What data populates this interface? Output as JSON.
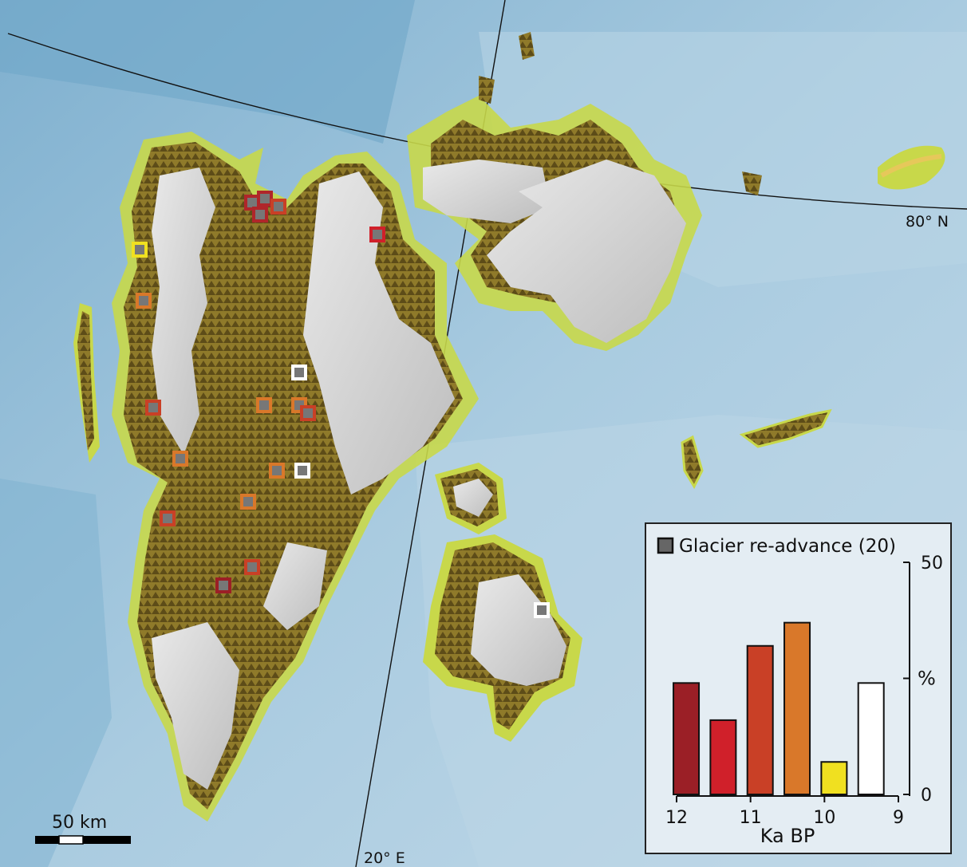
{
  "map": {
    "graticule": {
      "latitude_label": "80° N",
      "longitude_label": "20° E"
    },
    "scale_bar": {
      "label": "50 km"
    },
    "sites": [
      {
        "id": "s1",
        "age_class": "12-11.5",
        "color": "#b0262a"
      },
      {
        "id": "s2",
        "age_class": "12-11.5",
        "color": "#b0262a"
      },
      {
        "id": "s3",
        "age_class": "12-11.5",
        "color": "#b0262a"
      },
      {
        "id": "s4",
        "age_class": "11-10.5",
        "color": "#c94026"
      },
      {
        "id": "s5",
        "age_class": "11.5-11",
        "color": "#d0202a"
      },
      {
        "id": "s6",
        "age_class": "10-9.5",
        "color": "#f0e020"
      },
      {
        "id": "s7",
        "age_class": "10.5-10",
        "color": "#d9782a"
      },
      {
        "id": "s8",
        "age_class": "9.5-9",
        "color": "#ffffff"
      },
      {
        "id": "s9",
        "age_class": "11-10.5",
        "color": "#c94026"
      },
      {
        "id": "s10",
        "age_class": "10.5-10",
        "color": "#d9782a"
      },
      {
        "id": "s11",
        "age_class": "10.5-10",
        "color": "#d9782a"
      },
      {
        "id": "s12",
        "age_class": "11-10.5",
        "color": "#c94026"
      },
      {
        "id": "s13",
        "age_class": "10.5-10",
        "color": "#d9782a"
      },
      {
        "id": "s14",
        "age_class": "10.5-10",
        "color": "#d9782a"
      },
      {
        "id": "s15",
        "age_class": "9.5-9",
        "color": "#ffffff"
      },
      {
        "id": "s16",
        "age_class": "10.5-10",
        "color": "#d9782a"
      },
      {
        "id": "s17",
        "age_class": "11-10.5",
        "color": "#c94026"
      },
      {
        "id": "s18",
        "age_class": "11-10.5",
        "color": "#c94026"
      },
      {
        "id": "s19",
        "age_class": "12-11.5",
        "color": "#9b1f26"
      },
      {
        "id": "s20",
        "age_class": "9.5-9",
        "color": "#ffffff"
      }
    ]
  },
  "inset": {
    "legend_label": "Glacier re-advance (20)",
    "chart_data": {
      "type": "bar",
      "xlabel": "Ka BP",
      "ylabel": "%",
      "x_ticks": [
        "12",
        "11",
        "10",
        "9"
      ],
      "y_ticks": [
        "0",
        "50"
      ],
      "ylim": [
        0,
        50
      ],
      "xlim": [
        12,
        9
      ],
      "bars": [
        {
          "x_center": 11.87,
          "value": 24,
          "color": "#9b1f26"
        },
        {
          "x_center": 11.37,
          "value": 16,
          "color": "#d0202a"
        },
        {
          "x_center": 10.87,
          "value": 32,
          "color": "#c94026"
        },
        {
          "x_center": 10.37,
          "value": 37,
          "color": "#d9782a"
        },
        {
          "x_center": 9.87,
          "value": 7,
          "color": "#f0e020"
        },
        {
          "x_center": 9.37,
          "value": 24,
          "color": "#ffffff"
        }
      ],
      "tick_y_mid_label": "%"
    }
  }
}
